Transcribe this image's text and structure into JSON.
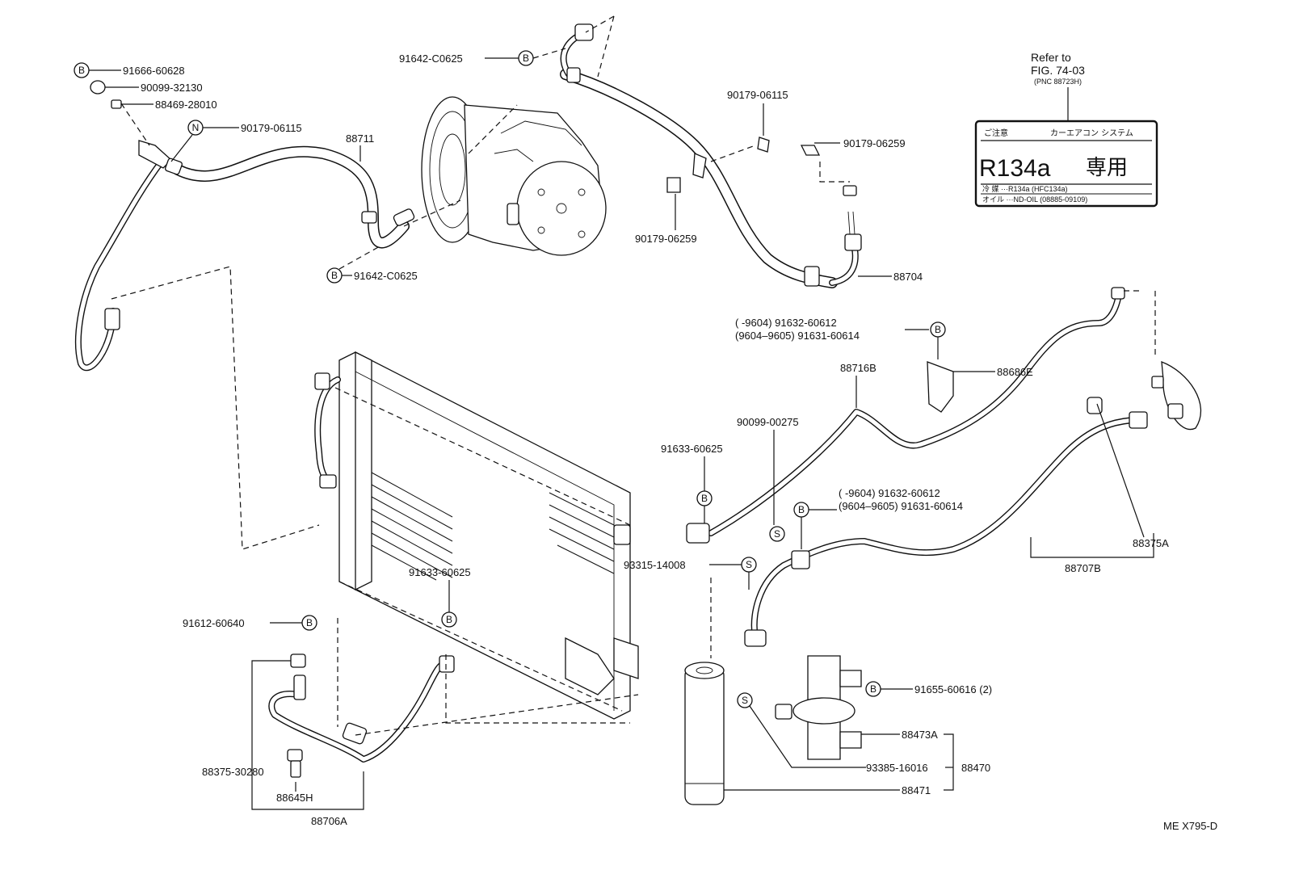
{
  "symbols": {
    "bolt": "B",
    "nut": "N",
    "screw": "S"
  },
  "labels": {
    "p91666_60628": "91666-60628",
    "p90099_32130": "90099-32130",
    "p88469_28010": "88469-28010",
    "p90179_06115_left": "90179-06115",
    "p88711": "88711",
    "p91642_C0625_top": "91642-C0625",
    "p91642_C0625_bottom": "91642-C0625",
    "p90179_06115_right": "90179-06115",
    "p90179_06259_top": "90179-06259",
    "p90179_06259_bottom": "90179-06259",
    "p88704": "88704",
    "p9604_a_upper": "(          -9604) 91632-60612",
    "p9605_a_upper": "(9604–9605) 91631-60614",
    "p88686E": "88686E",
    "p88716B": "88716B",
    "p90099_00275": "90099-00275",
    "p91633_60625_right": "91633-60625",
    "p9604_a_lower": "(          -9604) 91632-60612",
    "p9605_a_lower": "(9604–9605) 91631-60614",
    "p88375A": "88375A",
    "p88707B": "88707B",
    "p93315_14008": "93315-14008",
    "p91633_60625_left": "91633-60625",
    "p91612_60640": "91612-60640",
    "p91655_60616": "91655-60616 (2)",
    "p88473A": "88473A",
    "p88470": "88470",
    "p93385_16016": "93385-16016",
    "p88471": "88471",
    "p88375_30280": "88375-30280",
    "p88645H": "88645H",
    "p88706A": "88706A"
  },
  "refer": {
    "line1": "Refer to",
    "line2": "FIG. 74-03",
    "line3": "(PNC 88723H)"
  },
  "caution_label": {
    "title_left": "ご注意",
    "title_right": "カーエアコン  システム",
    "refrigerant": "R134a",
    "exclusive": "専用",
    "row1": "冷  媒 ···R134a (HFC134a)",
    "row2": "オイル ···ND-OIL (08885-09109)"
  },
  "footer": {
    "code": "ME X795-D"
  }
}
